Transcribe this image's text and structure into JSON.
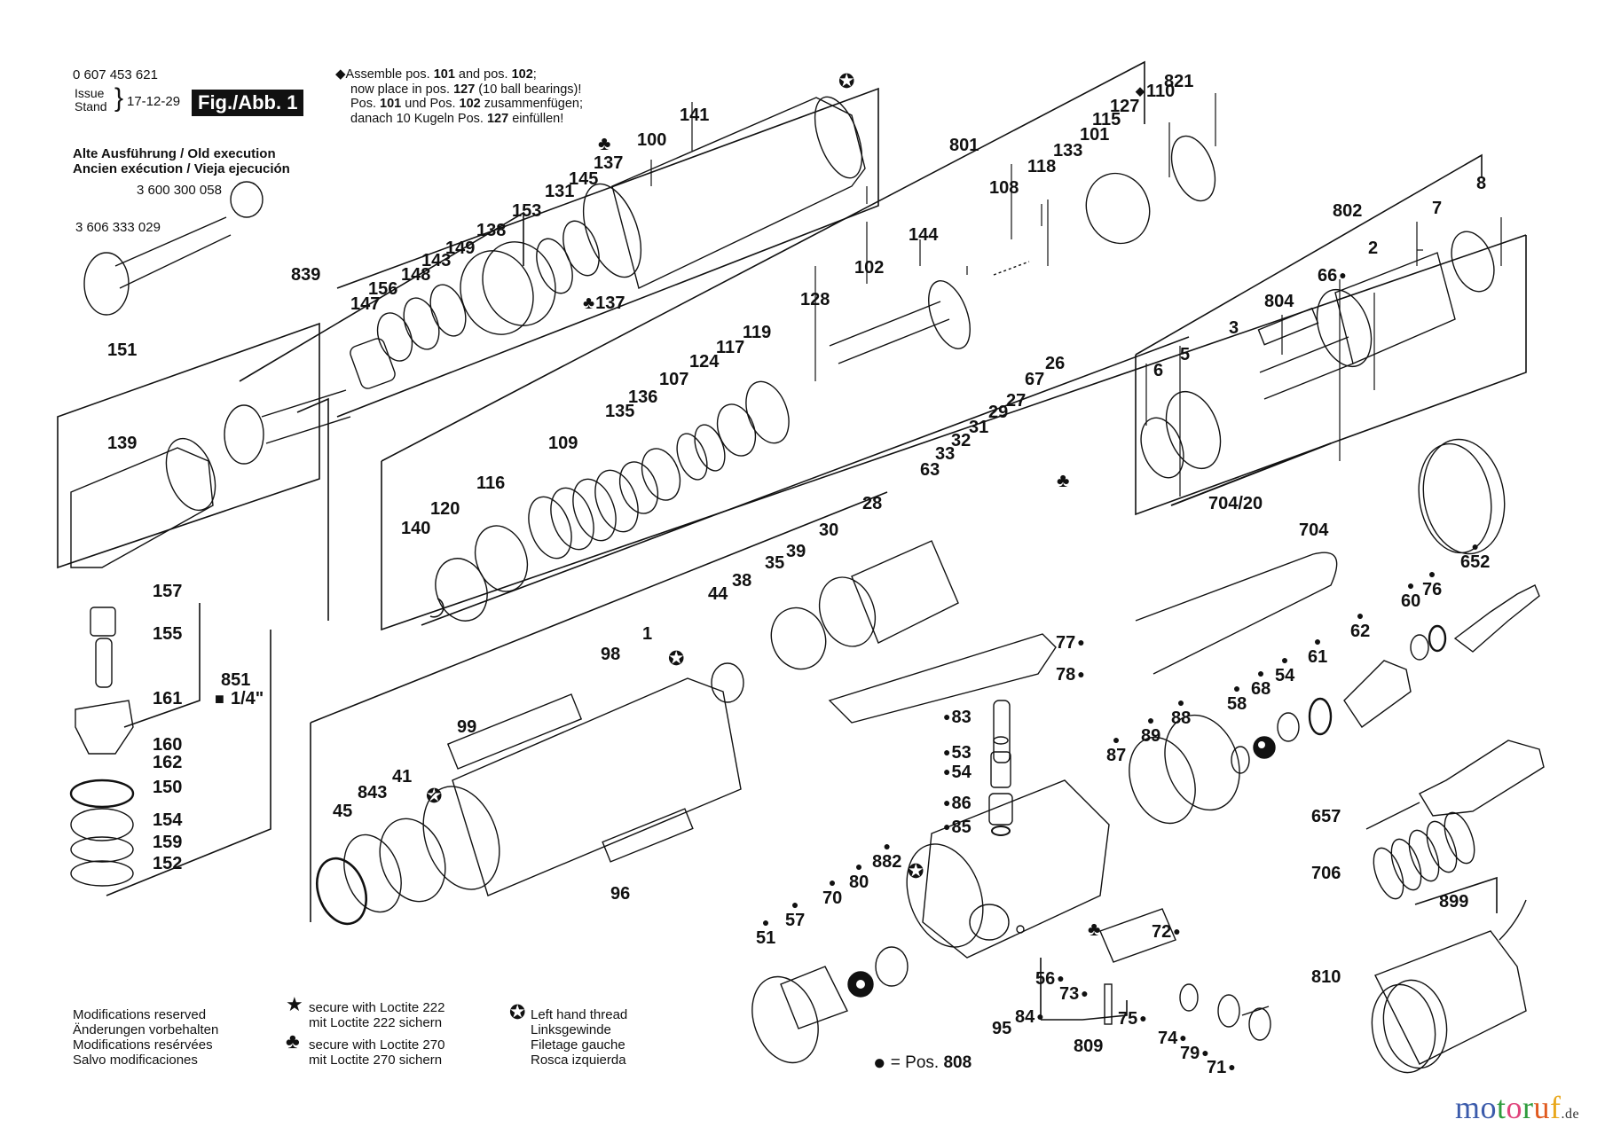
{
  "header": {
    "part_number": "0 607 453 621",
    "issue_label": "Issue",
    "stand_label": "Stand",
    "issue_date": "17-12-29",
    "figure_label": "Fig./Abb. 1",
    "old_execution_line1": "Alte Ausführung / Old execution",
    "old_execution_line2": "Ancien exécution / Vieja ejecución",
    "old_part_1": "3 600 300 058",
    "old_part_2": "3 606 333 029"
  },
  "assembly_note": {
    "symbol": "diamond",
    "lines": [
      [
        "Assemble pos. ",
        "101",
        " and pos. ",
        "102",
        ";"
      ],
      [
        "now place in pos. ",
        "127",
        " (10 ball bearings)!"
      ],
      [
        "Pos. ",
        "101",
        " und Pos. ",
        "102",
        " zusammenfügen;"
      ],
      [
        "danach 10 Kugeln Pos. ",
        "127",
        " einfüllen!"
      ]
    ]
  },
  "legend": {
    "modifications": [
      "Modifications reserved",
      "Änderungen vorbehalten",
      "Modifications resérvées",
      "Salvo modificaciones"
    ],
    "loctite_222": [
      "secure with Loctite 222",
      "mit Loctite 222 sichern"
    ],
    "loctite_270": [
      "secure with Loctite 270",
      "mit Loctite 270 sichern"
    ],
    "left_thread": [
      "Left hand thread",
      "Linksgewinde",
      "Filetage gauche",
      "Rosca izquierda"
    ],
    "dot_pos": "= Pos. ",
    "dot_pos_number": "808"
  },
  "watermark": {
    "text": "motoruf",
    "suffix": ".de",
    "colors": [
      "#3b5bab",
      "#3b5bab",
      "#2e9c3d",
      "#e0447c",
      "#2e9c3d",
      "#e05a1f",
      "#e9a81c",
      "#e9a81c"
    ]
  },
  "parts": {
    "p141": "141",
    "p100": "100",
    "p137a": "137",
    "p145": "145",
    "p131": "131",
    "p153": "153",
    "p138": "138",
    "p137b": "137",
    "p801": "801",
    "p108": "108",
    "p118": "118",
    "p133": "133",
    "p101": "101",
    "p115": "115",
    "p127": "127",
    "p110": "110",
    "p821": "821",
    "p144": "144",
    "p102": "102",
    "p128": "128",
    "p839": "839",
    "p147": "147",
    "p156": "156",
    "p148": "148",
    "p143": "143",
    "p149": "149",
    "p151": "151",
    "p139": "139",
    "p157": "157",
    "p155": "155",
    "p161": "161",
    "p160": "160",
    "p162": "162",
    "p851": "851",
    "p851_sq": "1/4\"",
    "p150": "150",
    "p154": "154",
    "p159": "159",
    "p152": "152",
    "p119": "119",
    "p117": "117",
    "p124": "124",
    "p107": "107",
    "p136": "136",
    "p135": "135",
    "p109": "109",
    "p116": "116",
    "p120": "120",
    "p140": "140",
    "p802": "802",
    "p7": "7",
    "p8": "8",
    "p2": "2",
    "p66": "66",
    "p804": "804",
    "p3": "3",
    "p5": "5",
    "p6": "6",
    "p26": "26",
    "p67": "67",
    "p27": "27",
    "p29": "29",
    "p31": "31",
    "p32": "32",
    "p33": "33",
    "p63": "63",
    "p704_20": "704/20",
    "p704": "704",
    "p28": "28",
    "p30": "30",
    "p39": "39",
    "p35": "35",
    "p38": "38",
    "p44": "44",
    "p98": "98",
    "p1": "1",
    "p99": "99",
    "p41": "41",
    "p843": "843",
    "p45": "45",
    "p96": "96",
    "p77": "77",
    "p78": "78",
    "p83": "83",
    "p53": "53",
    "p54a": "54",
    "p86": "86",
    "p85": "85",
    "p652": "652",
    "p76": "76",
    "p60": "60",
    "p62": "62",
    "p61": "61",
    "p54b": "54",
    "p68": "68",
    "p58": "58",
    "p88": "88",
    "p89": "89",
    "p87": "87",
    "p657": "657",
    "p706": "706",
    "p899": "899",
    "p810": "810",
    "p882": "882",
    "p80": "80",
    "p70": "70",
    "p57": "57",
    "p51": "51",
    "p95": "95",
    "p84": "84",
    "p56": "56",
    "p73": "73",
    "p809": "809",
    "p72": "72",
    "p75": "75",
    "p74": "74",
    "p79": "79",
    "p71": "71"
  }
}
